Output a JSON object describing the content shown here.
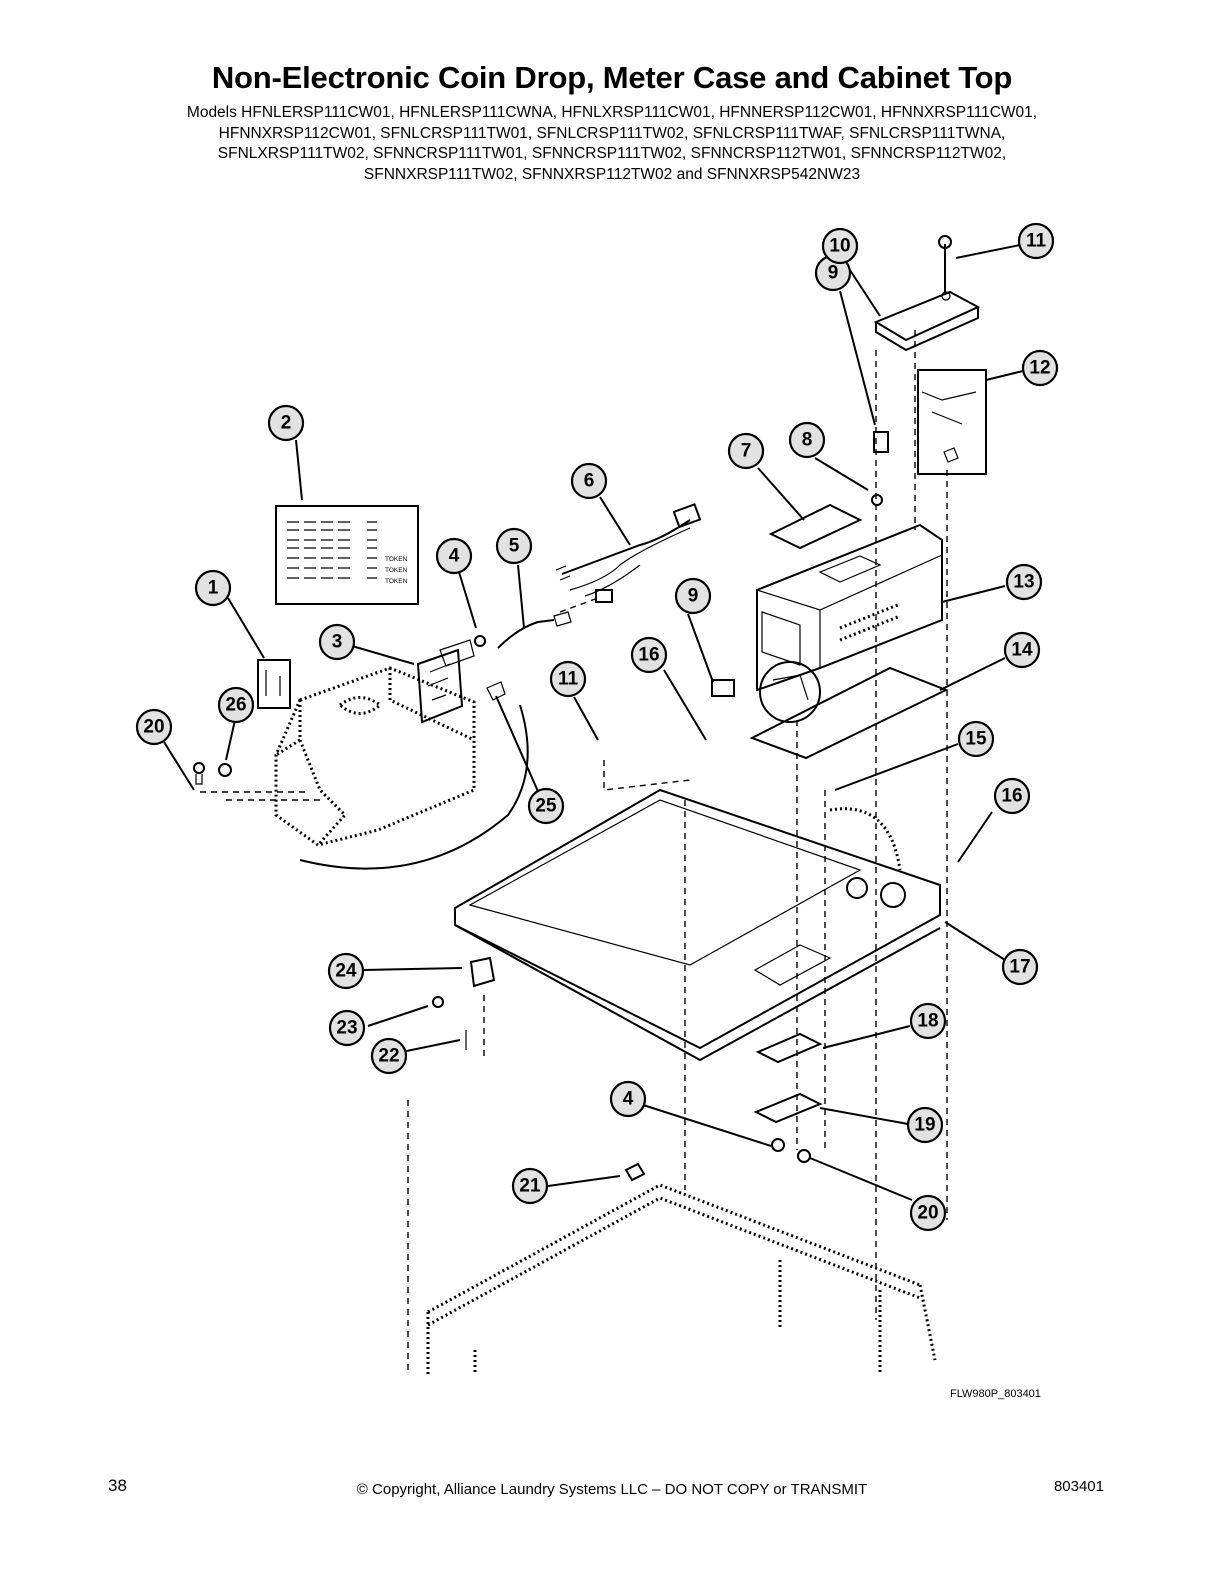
{
  "title": "Non-Electronic Coin Drop, Meter Case and Cabinet Top",
  "models": [
    "Models HFNLERSP111CW01, HFNLERSP111CWNA, HFNLXRSP111CW01, HFNNERSP112CW01, HFNNXRSP111CW01,",
    "HFNNXRSP112CW01, SFNLCRSP111TW01, SFNLCRSP111TW02, SFNLCRSP111TWAF, SFNLCRSP111TWNA,",
    "SFNLXRSP111TW02, SFNNCRSP111TW01, SFNNCRSP111TW02, SFNNCRSP112TW01, SFNNCRSP112TW02,",
    "SFNNXRSP111TW02, SFNNXRSP112TW02 and SFNNXRSP542NW23"
  ],
  "label_text": [
    "TOKEN",
    "TOKEN",
    "TOKEN"
  ],
  "callouts": [
    "1",
    "2",
    "3",
    "4",
    "5",
    "6",
    "7",
    "8",
    "9",
    "10",
    "11",
    "12",
    "13",
    "14",
    "15",
    "16",
    "9",
    "11",
    "16",
    "17",
    "18",
    "19",
    "20",
    "21",
    "22",
    "23",
    "24",
    "4",
    "20",
    "25",
    "26"
  ],
  "figure_id": "FLW980P_803401",
  "footer": {
    "page_number": "38",
    "copyright": "© Copyright, Alliance Laundry Systems LLC – DO NOT COPY or TRANSMIT",
    "doc_number": "803401"
  }
}
